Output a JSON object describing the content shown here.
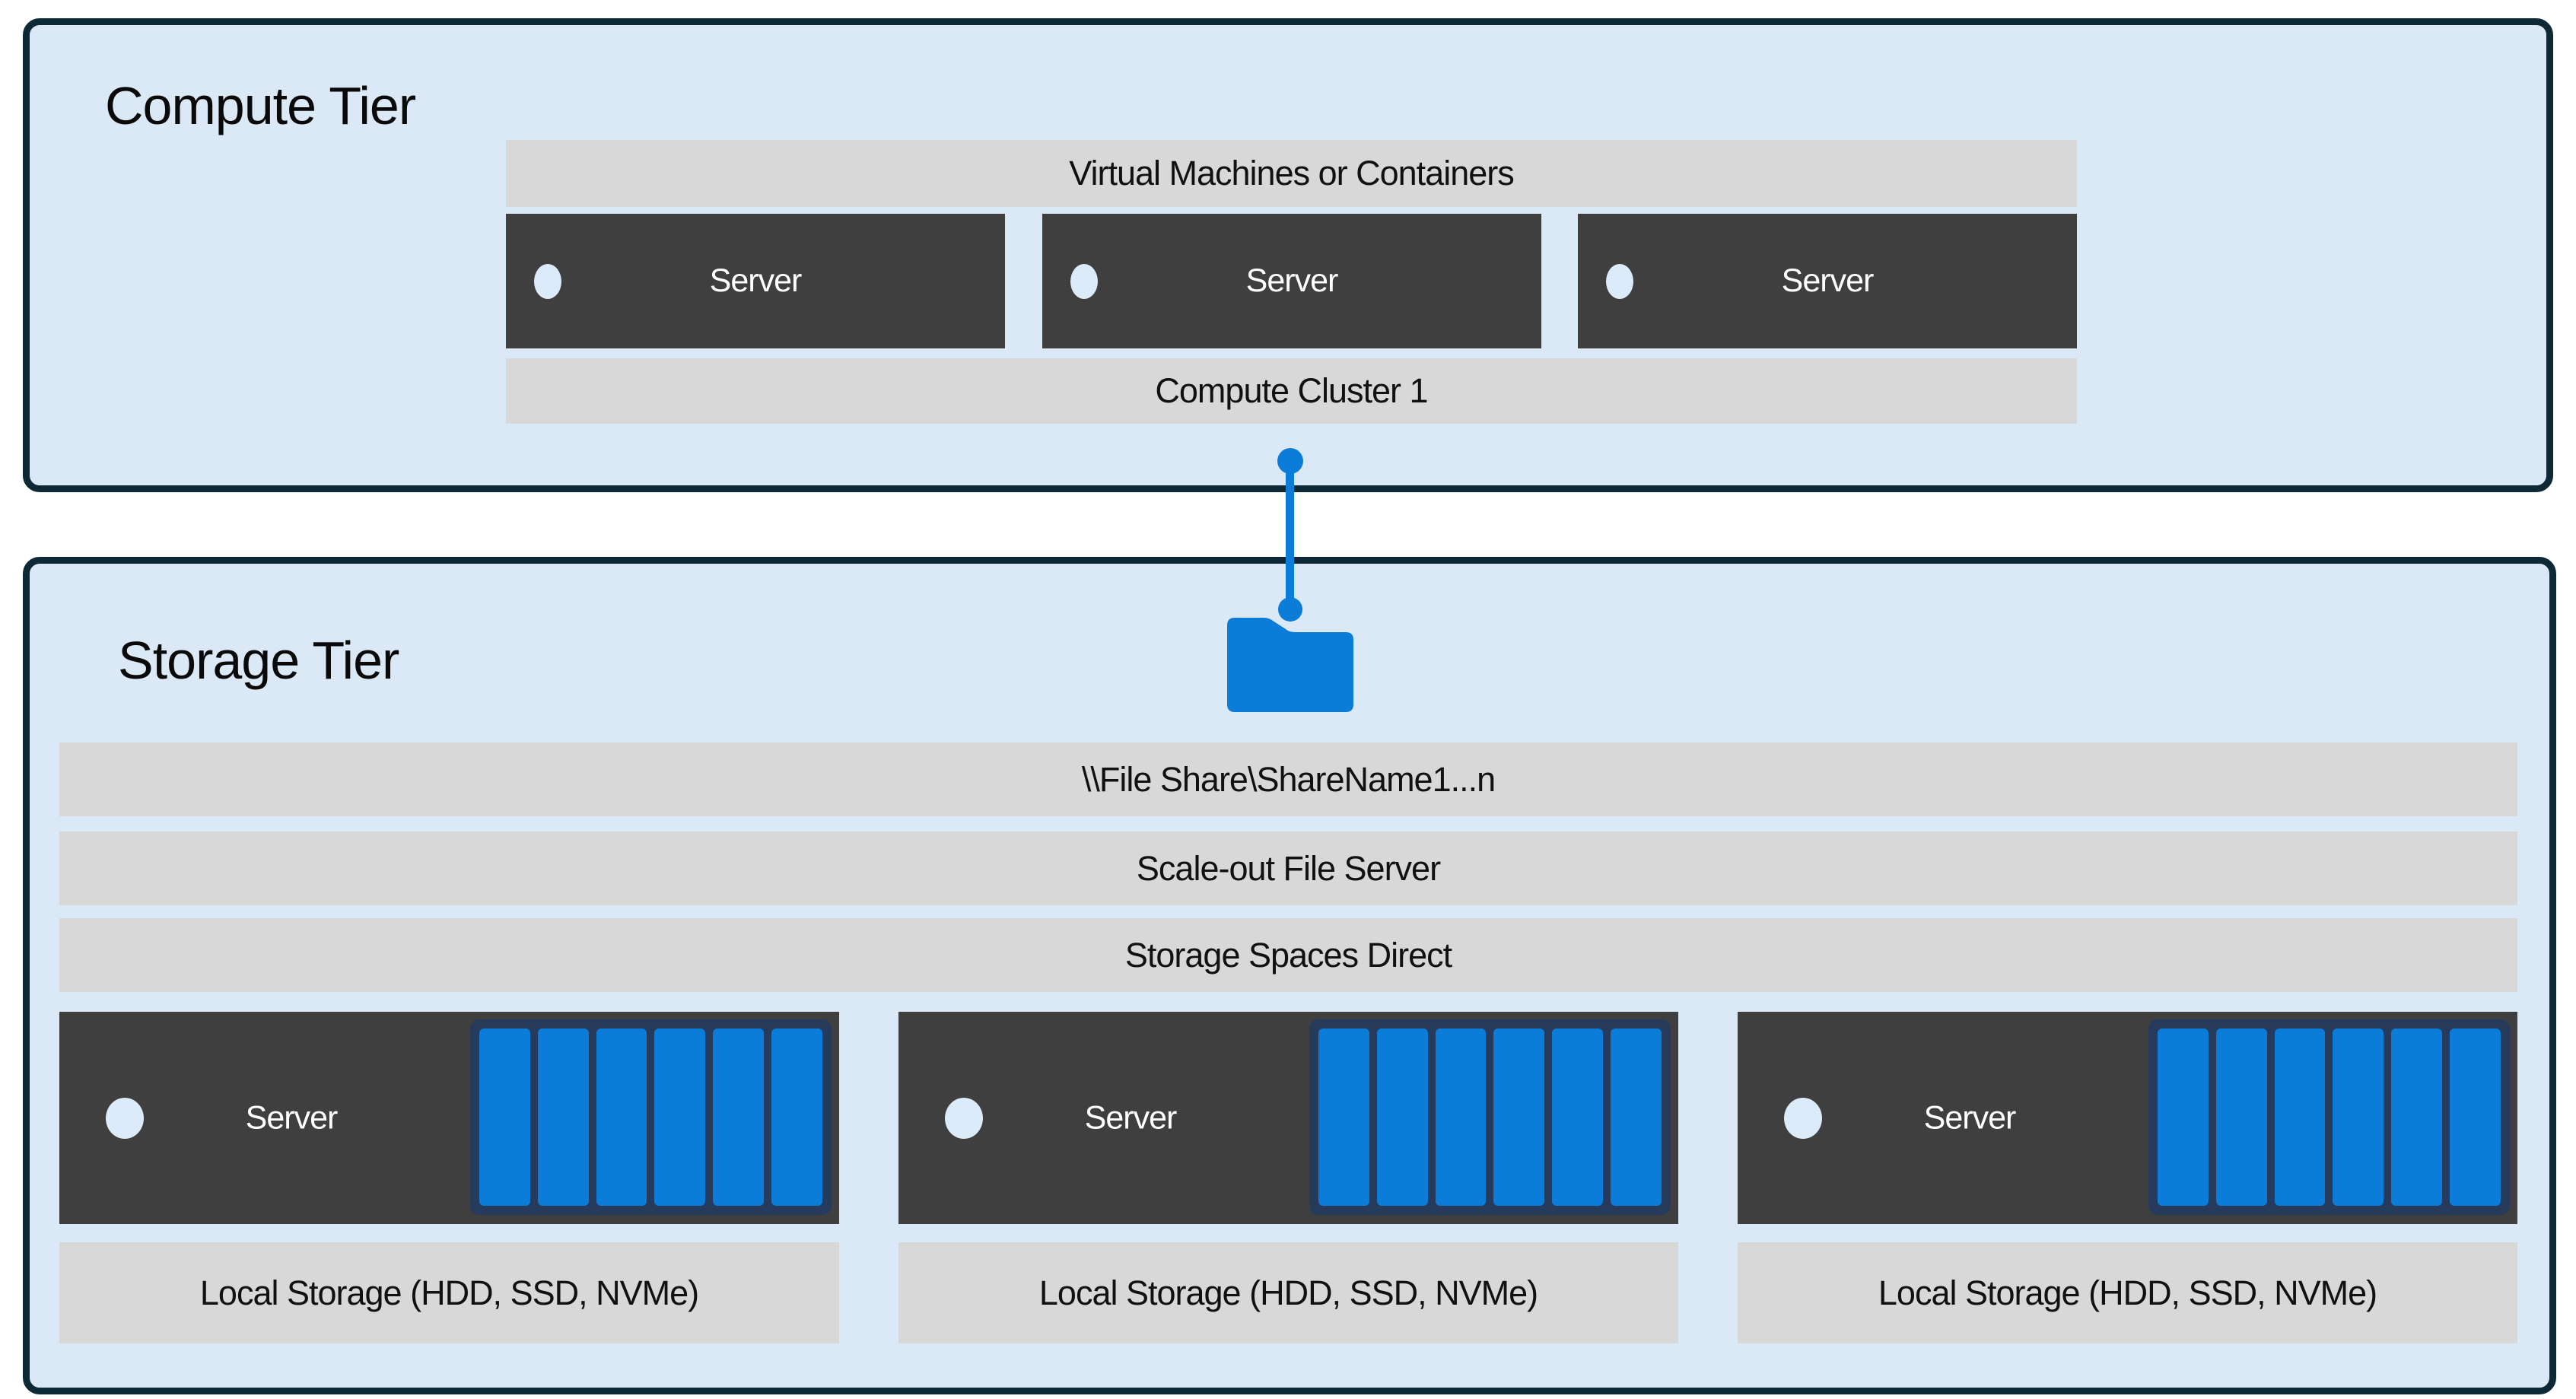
{
  "compute_tier": {
    "title": "Compute Tier",
    "vm_bar_label": "Virtual Machines or Containers",
    "cluster_bar_label": "Compute Cluster 1",
    "servers": [
      {
        "label": "Server"
      },
      {
        "label": "Server"
      },
      {
        "label": "Server"
      }
    ]
  },
  "storage_tier": {
    "title": "Storage Tier",
    "file_share_bar_label": "\\\\File Share\\ShareName1...n",
    "scale_out_bar_label": "Scale-out File Server",
    "s2d_bar_label": "Storage Spaces Direct",
    "nodes": [
      {
        "label": "Server",
        "disk_count": 6,
        "local_storage_label": "Local Storage (HDD, SSD, NVMe)"
      },
      {
        "label": "Server",
        "disk_count": 6,
        "local_storage_label": "Local Storage (HDD, SSD, NVMe)"
      },
      {
        "label": "Server",
        "disk_count": 6,
        "local_storage_label": "Local Storage (HDD, SSD, NVMe)"
      }
    ]
  },
  "icons": {
    "folder": "folder-icon",
    "server_led": "led-dot-icon",
    "disk": "disk-bar-icon",
    "connector": "link-line-with-dots"
  },
  "colors": {
    "tier_fill": "#dbe8f6",
    "tier_border": "#0d2936",
    "bar_gray": "#d8d8d8",
    "server_dark": "#3f3f3f",
    "accent_blue": "#0b7cd8",
    "disk_outline_navy": "#263a5c",
    "led_fill": "#dcebf9",
    "text_dark": "#111111",
    "text_light": "#ffffff"
  }
}
